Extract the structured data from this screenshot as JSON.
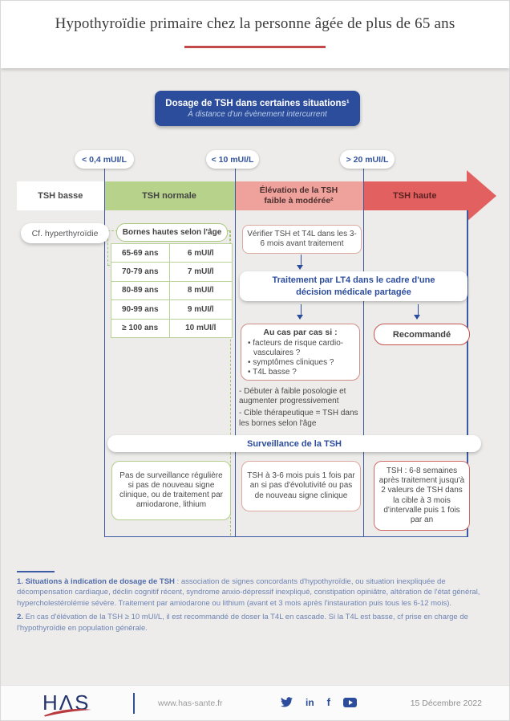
{
  "title": "Hypothyroïdie primaire chez la personne âgée de plus de 65 ans",
  "header_box": {
    "line1": "Dosage de TSH dans certaines situations¹",
    "line2": "À distance d'un évènement intercurrent"
  },
  "thresholds": [
    "< 0,4 mUI/L",
    "< 10 mUI/L",
    "> 20 mUI/L"
  ],
  "bands": {
    "low": "TSH basse",
    "normal": "TSH normale",
    "elevated": "Élévation de la TSH faible à modérée²",
    "high": "TSH haute"
  },
  "left_note": "Cf. hyperthyroïdie",
  "bornes": {
    "title": "Bornes hautes selon l'âge",
    "rows": [
      {
        "age": "65-69 ans",
        "value": "6 mUI/l"
      },
      {
        "age": "70-79 ans",
        "value": "7 mUI/l"
      },
      {
        "age": "80-89 ans",
        "value": "8 mUI/l"
      },
      {
        "age": "90-99 ans",
        "value": "9 mUI/l"
      },
      {
        "age": "≥ 100 ans",
        "value": "10 mUI/l"
      }
    ]
  },
  "flow": {
    "verify": "Vérifier TSH et T4L dans les 3-6 mois avant traitement",
    "treatment": "Traitement par LT4 dans le cadre d'une décision médicale partagée",
    "case_title": "Au cas par cas si :",
    "case_items": [
      "• facteurs de risque cardio-vasculaires ?",
      "• symptômes cliniques ?",
      "• T4L basse ?"
    ],
    "case_notes": [
      "- Débuter à faible posologie et augmenter progressivement",
      "- Cible thérapeutique = TSH dans les bornes selon l'âge"
    ],
    "recommended": "Recommandé",
    "surveillance_title": "Surveillance de la TSH",
    "surv_normal": "Pas de surveillance régulière si pas de nouveau signe clinique, ou de traitement par amiodarone, lithium",
    "surv_elevated": "TSH à 3-6 mois puis 1 fois par an si pas d'évolutivité ou pas de nouveau signe clinique",
    "surv_high": "TSH : 6-8 semaines après traitement jusqu'à 2 valeurs de TSH dans la cible à 3 mois d'intervalle puis 1 fois par an"
  },
  "footnotes": {
    "n1": {
      "num": "1.",
      "bold": "Situations à indication de dosage de TSH",
      "text": " : association de signes concordants d'hypothyroïdie, ou situation inexpliquée de décompensation cardiaque, déclin cognitif récent, syndrome anxio-dépressif inexpliqué, constipation opiniâtre, altération de l'état général, hypercholestérolémie sévère. Traitement par amiodarone ou lithium (avant et 3 mois après l'instauration puis tous les 6-12 mois)."
    },
    "n2": {
      "num": "2.",
      "text": "En cas d'élévation de la TSH ≥ 10 mUI/L, il est recommandé de doser la T4L en cascade. Si la T4L est basse, cf prise en charge de l'hypothyroïdie en population générale."
    }
  },
  "footer": {
    "logo": "HΛS",
    "url": "www.has-sante.fr",
    "date": "15 Décembre 2022",
    "social": {
      "linkedin": "in",
      "facebook": "f"
    }
  },
  "colors": {
    "primary_blue": "#2c4c9c",
    "line_blue": "#3b58a3",
    "green_band": "#b6d28b",
    "green_border": "#a9c97e",
    "pink_band": "#efa19b",
    "pink_border": "#dca89f",
    "red_band": "#e2605f",
    "red_border": "#c4564f",
    "title_underline": "#c24a4a",
    "footnote_blue": "#6d83b4",
    "background_grey": "#edecea"
  }
}
